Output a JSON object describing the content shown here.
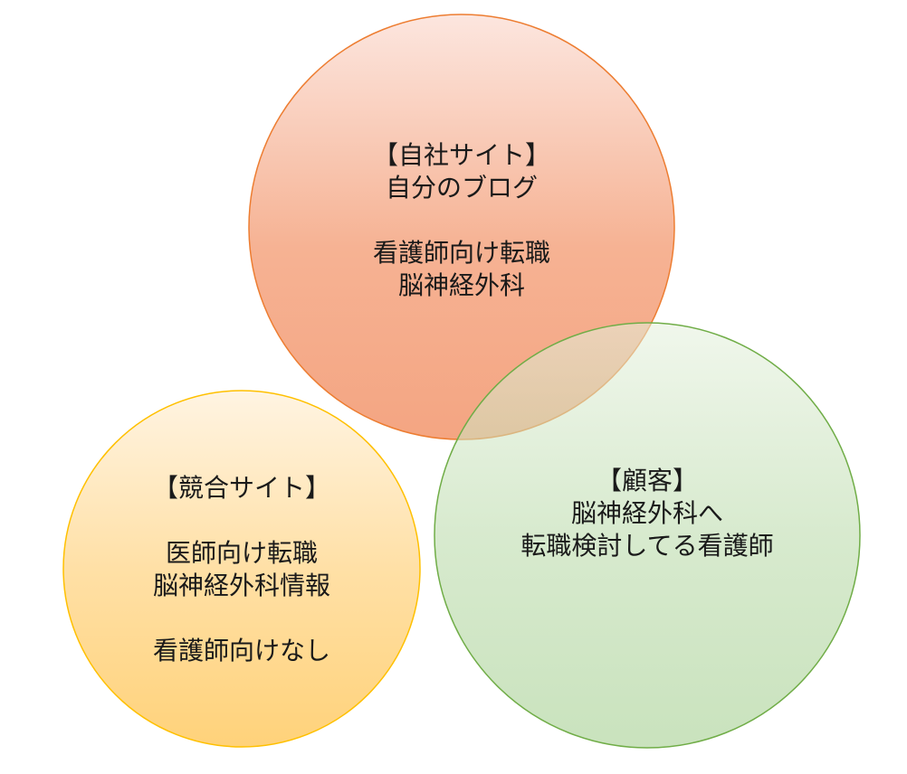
{
  "diagram": {
    "type": "venn",
    "circles": [
      {
        "id": "own-site",
        "title": "【自社サイト】",
        "lines": [
          "自分のブログ",
          "",
          "看護師向け転職",
          "脳神経外科"
        ],
        "fill_top": "#fce6df",
        "fill_bottom": "#f4a582",
        "stroke": "#ed7d31"
      },
      {
        "id": "competitor-site",
        "title": "【競合サイト】",
        "lines": [
          "",
          "医師向け転職",
          "脳神経外科情報",
          "",
          "看護師向けなし"
        ],
        "fill_top": "#fff4e2",
        "fill_bottom": "#ffd27a",
        "stroke": "#ffc000"
      },
      {
        "id": "customer",
        "title": "【顧客】",
        "lines": [
          "脳神経外科へ",
          "転職検討してる看護師"
        ],
        "fill_top": "#e4f0dc",
        "fill_bottom": "#9dcb87",
        "stroke": "#70ad47"
      }
    ]
  }
}
